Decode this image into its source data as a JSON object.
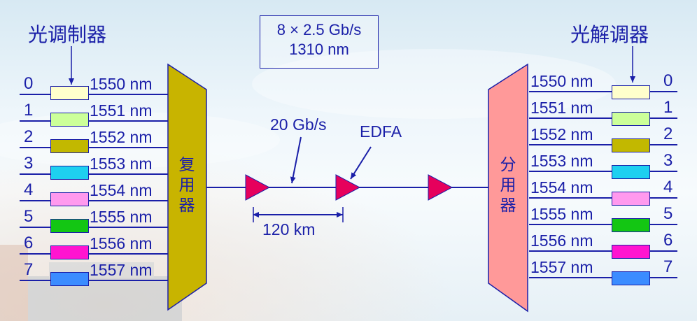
{
  "titles": {
    "modulator": "光调制器",
    "demodulator": "光解调器"
  },
  "header_box": {
    "line1": "8 × 2.5 Gb/s",
    "line2": "1310 nm"
  },
  "mux_label": [
    "复",
    "用",
    "器"
  ],
  "demux_label": [
    "分",
    "用",
    "器"
  ],
  "link": {
    "rate": "20 Gb/s",
    "amplifier": "EDFA",
    "span": "120 km"
  },
  "channels": [
    {
      "index": "0",
      "wavelength": "1550 nm",
      "color": "#ffffcc"
    },
    {
      "index": "1",
      "wavelength": "1551 nm",
      "color": "#ccff99"
    },
    {
      "index": "2",
      "wavelength": "1552 nm",
      "color": "#c2b800"
    },
    {
      "index": "3",
      "wavelength": "1553 nm",
      "color": "#1ed0f0"
    },
    {
      "index": "4",
      "wavelength": "1554 nm",
      "color": "#ff99ee"
    },
    {
      "index": "5",
      "wavelength": "1555 nm",
      "color": "#13c613"
    },
    {
      "index": "6",
      "wavelength": "1556 nm",
      "color": "#ff14d0"
    },
    {
      "index": "7",
      "wavelength": "1557 nm",
      "color": "#3b8cff"
    }
  ],
  "colors": {
    "line": "#1a1fa8",
    "mux_fill": "#c8b400",
    "demux_fill": "#ff9999",
    "amplifier_fill": "#e6005c"
  }
}
